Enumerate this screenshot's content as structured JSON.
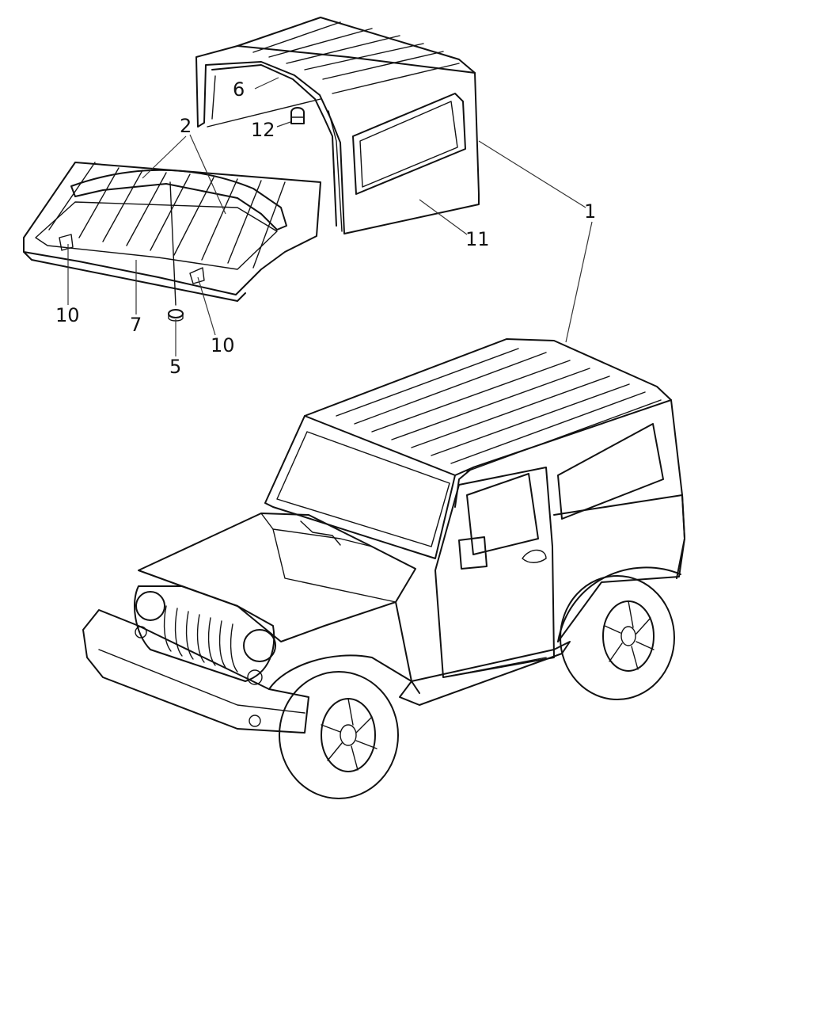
{
  "callouts": {
    "c1": "1",
    "c2": "2",
    "c5": "5",
    "c6": "6",
    "c7": "7",
    "c10a": "10",
    "c10b": "10",
    "c11": "11",
    "c12": "12"
  },
  "colors": {
    "ink": "#111111",
    "background": "#ffffff"
  }
}
